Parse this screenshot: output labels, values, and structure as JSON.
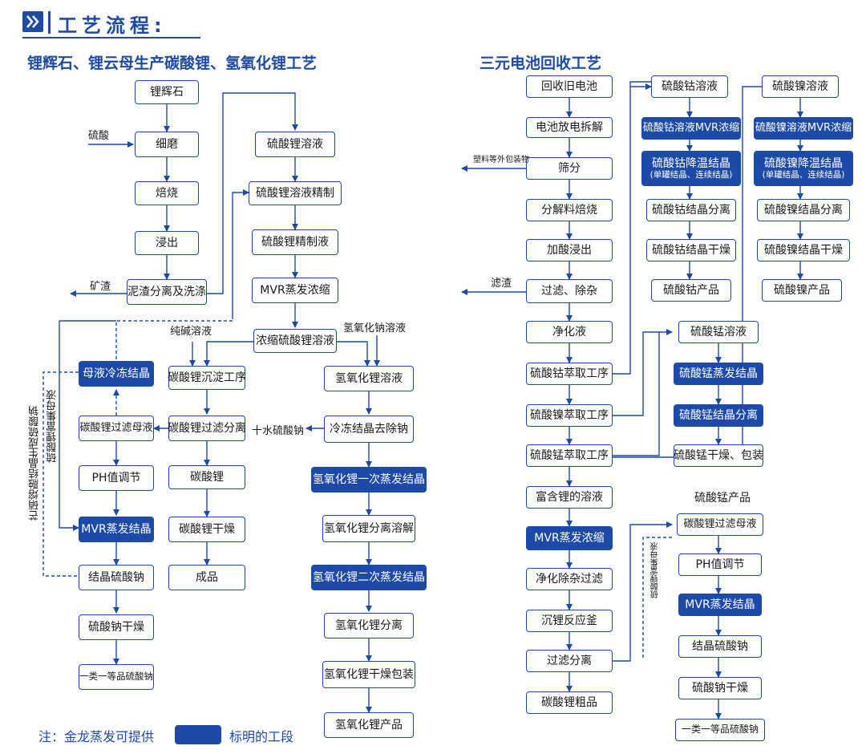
{
  "header": {
    "title": "工艺流程:"
  },
  "left": {
    "title": "锂辉石、锂云母生产碳酸锂、氢氧化锂工艺",
    "boxes": {
      "b1": "锂辉石",
      "b2": "细磨",
      "b3": "焙烧",
      "b4": "浸出",
      "b5": "泥渣分离及洗涤",
      "c1": "硫酸锂溶液",
      "c2": "硫酸锂溶液精制",
      "c3": "硫酸锂精制液",
      "c4": "MVR蒸发浓缩",
      "c5": "浓缩硫酸锂溶液",
      "d1": "碳酸锂沉淀工序",
      "d2": "碳酸锂过滤分离",
      "d3": "碳酸锂",
      "d4": "碳酸锂干燥",
      "d5": "成品",
      "e1": "氢氧化锂溶液",
      "e2": "冷冻结晶去除钠",
      "e3": "氢氧化锂一次蒸发结晶",
      "e4": "氢氧化锂分离溶解",
      "e5": "氢氧化锂二次蒸发结晶",
      "e6": "氢氧化锂分离",
      "e7": "氢氧化锂干燥包装",
      "e8": "氢氧化锂产品",
      "f0": "母液冷冻结晶",
      "f1": "碳酸锂过滤母液",
      "f2": "PH值调节",
      "f3": "MVR蒸发结晶",
      "f4": "结晶硫酸钠",
      "f5": "硫酸钠干燥",
      "f6": "一类一等品硫酸钠"
    },
    "labels": {
      "liusuan": "硫酸",
      "kuangzha": "矿渣",
      "chunjian": "纯碱溶液",
      "qingyanghuana": "氢氧化钠溶液",
      "shishui": "十水硫酸钠",
      "v_mangxiao": "芒硝熔融结晶生成硫酸钠",
      "v_fuji": "硫酸锂富集母液"
    }
  },
  "right": {
    "title": "三元电池回收工艺",
    "boxes": {
      "r1": "回收旧电池",
      "r2": "电池放电拆解",
      "r3": "筛分",
      "r4": "分解料焙烧",
      "r5": "加酸浸出",
      "r6": "过滤、除杂",
      "r7": "净化液",
      "r8": "硫酸钴萃取工序",
      "r9": "硫酸镍萃取工序",
      "r10": "硫酸锰萃取工序",
      "r11": "富含锂的溶液",
      "r12": "MVR蒸发浓缩",
      "r13": "净化除杂过滤",
      "r14": "沉锂反应釜",
      "r15": "过滤分离",
      "r16": "碳酸锂粗品",
      "co1": "硫酸钴溶液",
      "co2": "硫酸钴溶液MVR浓缩",
      "co3": "硫酸钴降温结晶",
      "co3s": "(单罐结晶、连续结晶)",
      "co4": "硫酸钴结晶分离",
      "co5": "硫酸钴结晶干燥",
      "co6": "硫酸钴产品",
      "ni1": "硫酸镍溶液",
      "ni2": "硫酸镍溶液MVR浓缩",
      "ni3": "硫酸镍降温结晶",
      "ni3s": "(单罐结晶、连续结晶)",
      "ni4": "硫酸镍结晶分离",
      "ni5": "硫酸镍结晶干燥",
      "ni6": "硫酸镍产品",
      "mn1": "硫酸锰溶液",
      "mn2": "硫酸锰蒸发结晶",
      "mn3": "硫酸锰结晶分离",
      "mn4": "硫酸锰干燥、包装",
      "s1": "碳酸锂过滤母液",
      "s2": "PH值调节",
      "s3": "MVR蒸发结晶",
      "s4": "结晶硫酸钠",
      "s5": "硫酸钠干燥",
      "s6": "一类一等品硫酸钠"
    },
    "labels": {
      "suliao": "塑料等外包装物",
      "lvzha": "滤渣",
      "mnprod": "硫酸锰产品",
      "v_fuji": "硫酸锂富集母液"
    }
  },
  "legend": {
    "prefix": "注：金龙蒸发可提供",
    "suffix": "标明的工段"
  },
  "colors": {
    "accent": "#1d4aa8"
  }
}
